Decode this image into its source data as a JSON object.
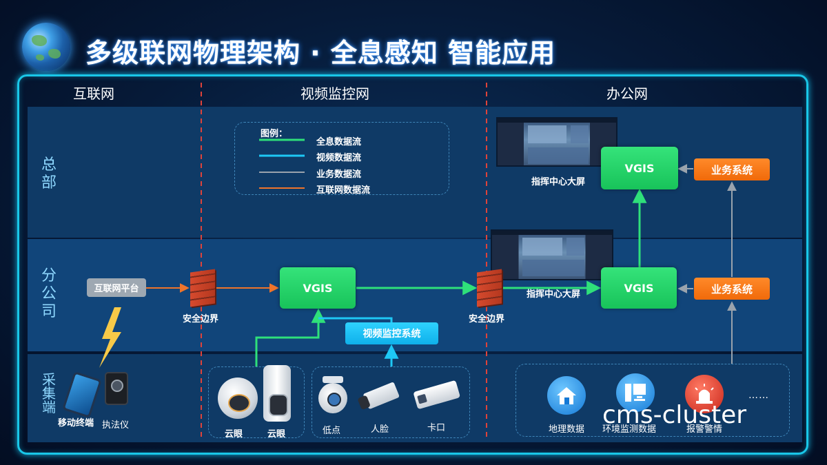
{
  "title": "多级联网物理架构 · 全息感知 智能应用",
  "columns": {
    "internet": "互联网",
    "video_net": "视频监控网",
    "office_net": "办公网"
  },
  "rows": {
    "hq": "总部",
    "branch": "分公司",
    "edge": "采集端"
  },
  "legend": {
    "title": "图例：",
    "items": [
      {
        "label": "全息数据流",
        "color": "#2fe07a"
      },
      {
        "label": "视频数据流",
        "color": "#1ec8f5"
      },
      {
        "label": "业务数据流",
        "color": "#9aa3ad"
      },
      {
        "label": "互联网数据流",
        "color": "#f0742a"
      }
    ]
  },
  "nodes": {
    "vgis_branch": "VGIS",
    "vgis_hq": "VGIS",
    "vgis_office_branch": "VGIS",
    "internet_platform": "互联网平台",
    "video_system": "视频监控系统",
    "biz_hq": "业务系统",
    "biz_branch": "业务系统",
    "firewall_1": "安全边界",
    "firewall_2": "安全边界",
    "screen_hq": "指挥中心大屏",
    "screen_branch": "指挥中心大屏"
  },
  "devices": {
    "mobile": "移动终端",
    "bodycam": "执法仪",
    "cloud_eye_1": "云眼",
    "cloud_eye_2": "云眼",
    "low_point": "低点",
    "face": "人脸",
    "checkpoint": "卡口",
    "geo_data": "地理数据",
    "env_data": "环境监测数据",
    "alarm": "报警警情",
    "more": "……"
  },
  "watermark": "cms-cluster",
  "colors": {
    "accent": "#19c7e8",
    "holo": "#2fe07a",
    "video": "#1ec8f5",
    "business": "#9aa3ad",
    "internet": "#f0742a",
    "divider": "#e0433a"
  }
}
